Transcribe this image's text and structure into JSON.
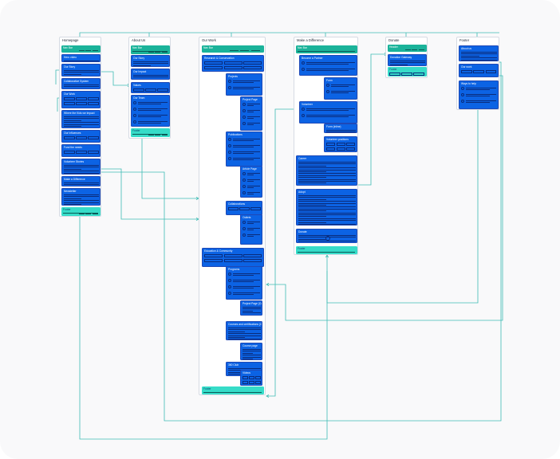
{
  "pages": [
    {
      "id": "homepage",
      "title": "Homepage",
      "blocks": [
        {
          "label": "Nav Bar",
          "kind": "nav"
        },
        {
          "label": "Hero video",
          "kind": "sec"
        },
        {
          "label": "Our Story",
          "kind": "sec"
        },
        {
          "label": "Collaborative System",
          "kind": "sec"
        },
        {
          "label": "Our Work",
          "kind": "sec"
        },
        {
          "label": "Where the Kids we Impact",
          "kind": "sec"
        },
        {
          "label": "Our Influences",
          "kind": "sec"
        },
        {
          "label": "Fund the needs",
          "kind": "sec"
        },
        {
          "label": "Volunteer Stories",
          "kind": "sec"
        },
        {
          "label": "Make a Difference",
          "kind": "sec"
        },
        {
          "label": "Newsletter",
          "kind": "sec"
        },
        {
          "label": "Footer",
          "kind": "foot"
        }
      ]
    },
    {
      "id": "about",
      "title": "About Us",
      "blocks": [
        {
          "label": "Nav Bar",
          "kind": "nav"
        },
        {
          "label": "Our Story",
          "kind": "sec"
        },
        {
          "label": "Our Impact",
          "kind": "sec"
        },
        {
          "label": "Values",
          "kind": "sec"
        },
        {
          "label": "Our Team",
          "kind": "sec"
        },
        {
          "label": "Footer",
          "kind": "foot"
        }
      ]
    },
    {
      "id": "work",
      "title": "Our Work",
      "blocks": [
        {
          "label": "Nav Bar",
          "kind": "nav"
        },
        {
          "label": "Research & Conservation",
          "kind": "sec"
        },
        {
          "label": "Projects",
          "kind": "sec"
        },
        {
          "label": "Project Page",
          "kind": "sec"
        },
        {
          "label": "Publications",
          "kind": "sec"
        },
        {
          "label": "Article Page",
          "kind": "sec"
        },
        {
          "label": "Collaborations",
          "kind": "sec"
        },
        {
          "label": "Outlets",
          "kind": "sec"
        },
        {
          "label": "Education & Community",
          "kind": "sec"
        },
        {
          "label": "Programs",
          "kind": "sec"
        },
        {
          "label": "Project Page (Coming Soon)",
          "kind": "sec"
        },
        {
          "label": "Courses and certifications (Coming soon)",
          "kind": "sec"
        },
        {
          "label": "Course page",
          "kind": "sec"
        },
        {
          "label": "360 Club",
          "kind": "sec"
        },
        {
          "label": "Videos",
          "kind": "sec"
        },
        {
          "label": "Footer",
          "kind": "foot"
        }
      ]
    },
    {
      "id": "difference",
      "title": "Make a Difference",
      "blocks": [
        {
          "label": "Nav Bar",
          "kind": "nav"
        },
        {
          "label": "Become a Partner",
          "kind": "sec"
        },
        {
          "label": "Form",
          "kind": "sec"
        },
        {
          "label": "Volunteer",
          "kind": "sec"
        },
        {
          "label": "Form (inline)",
          "kind": "sec"
        },
        {
          "label": "Volunteer positions",
          "kind": "sec"
        },
        {
          "label": "Career",
          "kind": "sec"
        },
        {
          "label": "Adopt",
          "kind": "sec"
        },
        {
          "label": "Donate",
          "kind": "sec"
        },
        {
          "label": "Footer",
          "kind": "foot"
        }
      ]
    },
    {
      "id": "donate",
      "title": "Donate",
      "blocks": [
        {
          "label": "Header",
          "kind": "nav"
        },
        {
          "label": "Donation Gateway",
          "kind": "sec"
        },
        {
          "label": "Footer",
          "kind": "foot"
        }
      ]
    },
    {
      "id": "footer",
      "title": "Footer",
      "blocks": [
        {
          "label": "About us",
          "kind": "sec"
        },
        {
          "label": "Our work",
          "kind": "sec"
        },
        {
          "label": "Ways to help",
          "kind": "sec"
        }
      ]
    }
  ],
  "colors": {
    "connector": "#3fbcb4",
    "section": "#0c63e4",
    "nav": "#1bb39a",
    "footer": "#36dcc8",
    "frame": "#d6dbe3"
  }
}
